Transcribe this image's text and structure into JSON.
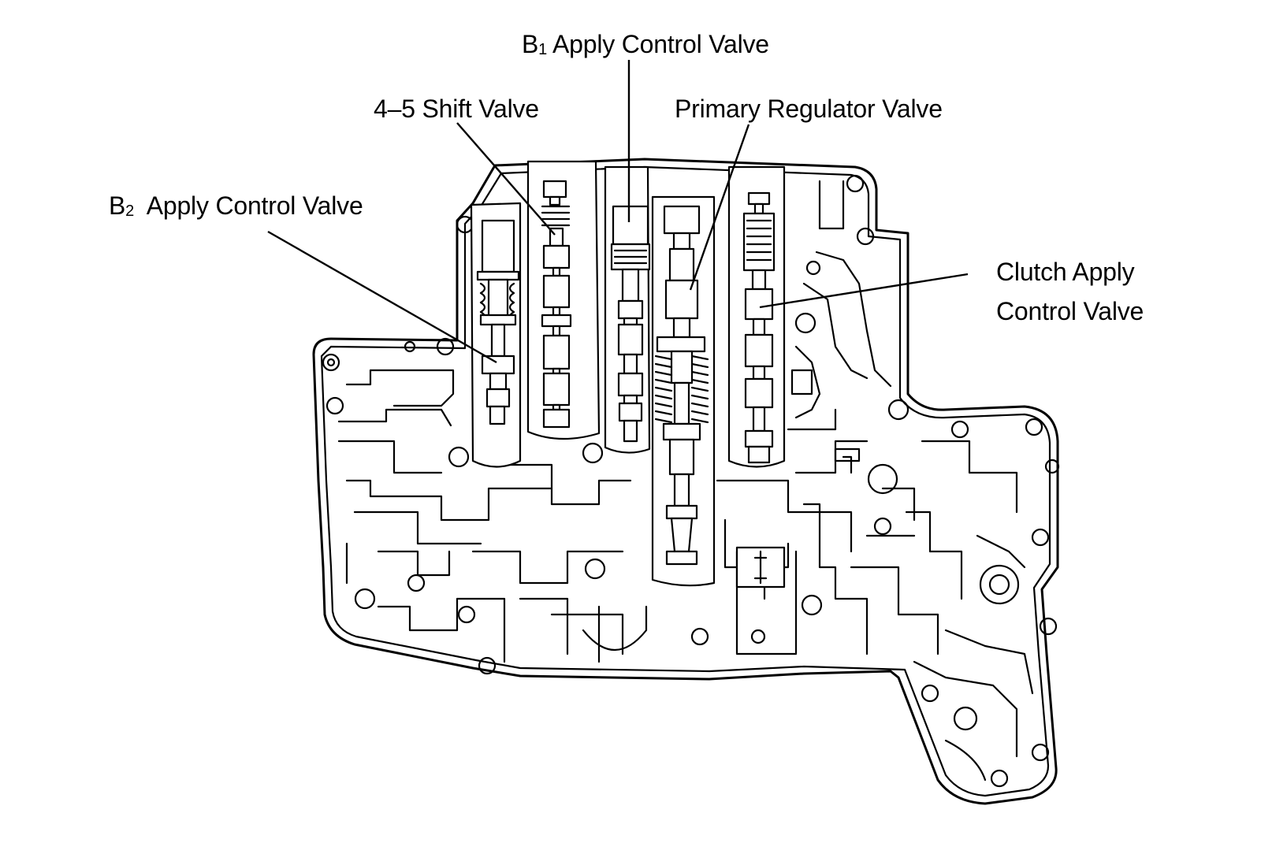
{
  "labels": {
    "b1_apply_control_valve": {
      "prefix": "B",
      "sub": "1",
      "rest": " Apply Control Valve"
    },
    "shift_valve_4_5": "4–5 Shift Valve",
    "primary_regulator_valve": "Primary Regulator Valve",
    "b2_apply_control_valve": {
      "prefix": "B",
      "sub": "2",
      "rest": "  Apply Control Valve"
    },
    "clutch_apply_control_valve": {
      "line1": "Clutch Apply",
      "line2": "Control Valve"
    }
  }
}
